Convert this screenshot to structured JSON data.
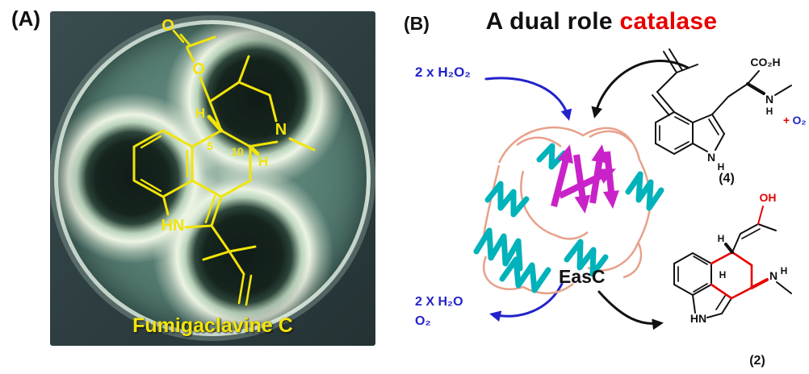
{
  "panel_a": {
    "label": "(A)",
    "caption": "Fumigaclavine C",
    "atoms": {
      "carbonyl_o": "O",
      "ester_o": "O",
      "h_top": "H",
      "h_bottom": "H",
      "pos5": "5",
      "pos10": "10",
      "n_methyl": "N",
      "indole_hn": "HN"
    }
  },
  "panel_b": {
    "label": "(B)",
    "title_main": "A dual role",
    "title_accent": "catalase",
    "enzyme_label": "EasC",
    "substrate_label": "2 x H₂O₂",
    "product_water": "2 X H₂O",
    "product_oxygen": "O₂",
    "compound_4": {
      "id": "(4)",
      "acid": "CO₂H",
      "amine_n": "N",
      "amine_h": "H",
      "indole_n": "N",
      "indole_h": "H",
      "plus": "+",
      "oxygen": "O₂"
    },
    "compound_2": {
      "id": "(2)",
      "hydroxyl": "OH",
      "amine_n": "N",
      "amine_h": "H",
      "indole_hn": "HN",
      "h_ring_top": "H",
      "h_ring_bottom": "H"
    }
  },
  "colors": {
    "structure_yellow": "#f2e40a",
    "arrow_blue": "#2222cc",
    "accent_red": "#e80000",
    "helix_cyan": "#00b2ba",
    "sheet_magenta": "#c922c9",
    "loop_salmon": "#e8a08a"
  }
}
